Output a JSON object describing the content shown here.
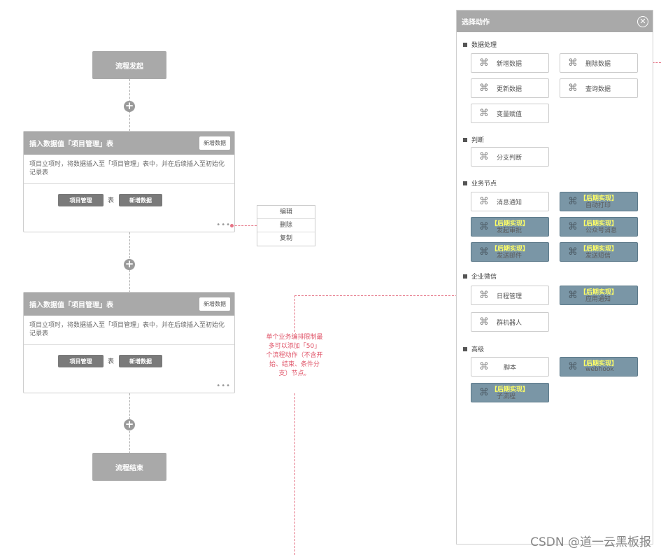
{
  "flow": {
    "start_label": "流程发起",
    "end_label": "流程结束",
    "cards": [
      {
        "title": "插入数据值「项目管理」表",
        "tag": "新增数据",
        "desc": "项目立项时，将数据插入至「项目管理」表中，并在后续插入至初始化记录表",
        "pill1": "项目管理",
        "mid": "表",
        "pill2": "新增数据",
        "dots": "•••"
      },
      {
        "title": "插入数据值「项目管理」表",
        "tag": "新增数据",
        "desc": "项目立项时，将数据插入至「项目管理」表中，并在后续插入至初始化记录表",
        "pill1": "项目管理",
        "mid": "表",
        "pill2": "新增数据",
        "dots": "•••"
      }
    ]
  },
  "context_menu": {
    "items": [
      "编辑",
      "删除",
      "复制"
    ]
  },
  "note": "单个业务编排限制最多可以添加「50」个流程动作（不含开始、结束、条件分支）节点。",
  "panel": {
    "title": "选择动作",
    "close_icon": "⊗",
    "later_label": "【后期实现】",
    "sections": {
      "data": "数据处理",
      "judge": "判断",
      "biz": "业务节点",
      "wecom": "企业微信",
      "advanced": "高级"
    },
    "actions": {
      "add_data": "新增数据",
      "delete_data": "删除数据",
      "update_data": "更新数据",
      "query_data": "查询数据",
      "assign_var": "变量赋值",
      "branch": "分支判断",
      "message": "消息通知",
      "print": "自动打印",
      "approval": "发起审批",
      "official": "公众号消息",
      "email": "发送邮件",
      "sms": "发送短信",
      "schedule": "日程管理",
      "app_notice": "应用通知",
      "group_bot": "群机器人",
      "script": "脚本",
      "webhook": "webhook",
      "subflow": "子流程"
    }
  },
  "watermark": "CSDN @道一云黑板报"
}
